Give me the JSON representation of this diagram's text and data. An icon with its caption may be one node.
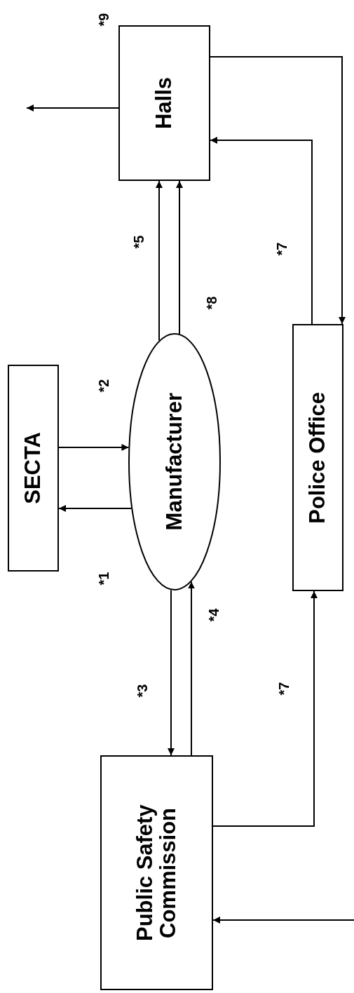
{
  "diagram": {
    "nodes": [
      {
        "text": [
          "Halls"
        ],
        "beside": [
          "*9"
        ]
      },
      {
        "text": [
          "SECTA"
        ]
      },
      {
        "text": [
          "Manufacturer"
        ]
      },
      {
        "text": [
          "Police Office"
        ]
      },
      {
        "text": [
          "Public Safety Commission"
        ]
      }
    ],
    "edges": [
      {
        "from": 0,
        "to": null,
        "arrow": "to"
      },
      {
        "from": 0,
        "to": 3,
        "arrow": "to"
      },
      {
        "from": 3,
        "to": 0,
        "arrow": "to",
        "label": "*7"
      },
      {
        "from": 2,
        "to": 0,
        "arrow": "to",
        "label": "*5"
      },
      {
        "from": 2,
        "to": 0,
        "arrow": "to",
        "label": "*8"
      },
      {
        "from": 2,
        "to": 1,
        "arrow": "to",
        "label": "*1"
      },
      {
        "from": 1,
        "to": 2,
        "arrow": "to",
        "label": "*2"
      },
      {
        "from": 2,
        "to": 4,
        "arrow": "to",
        "label": "*3"
      },
      {
        "from": 4,
        "to": 2,
        "arrow": "to",
        "label": "*4"
      },
      {
        "from": 4,
        "to": 3,
        "arrow": "to",
        "label": "*7"
      },
      {
        "from": null,
        "to": 4,
        "arrow": "to"
      }
    ]
  }
}
